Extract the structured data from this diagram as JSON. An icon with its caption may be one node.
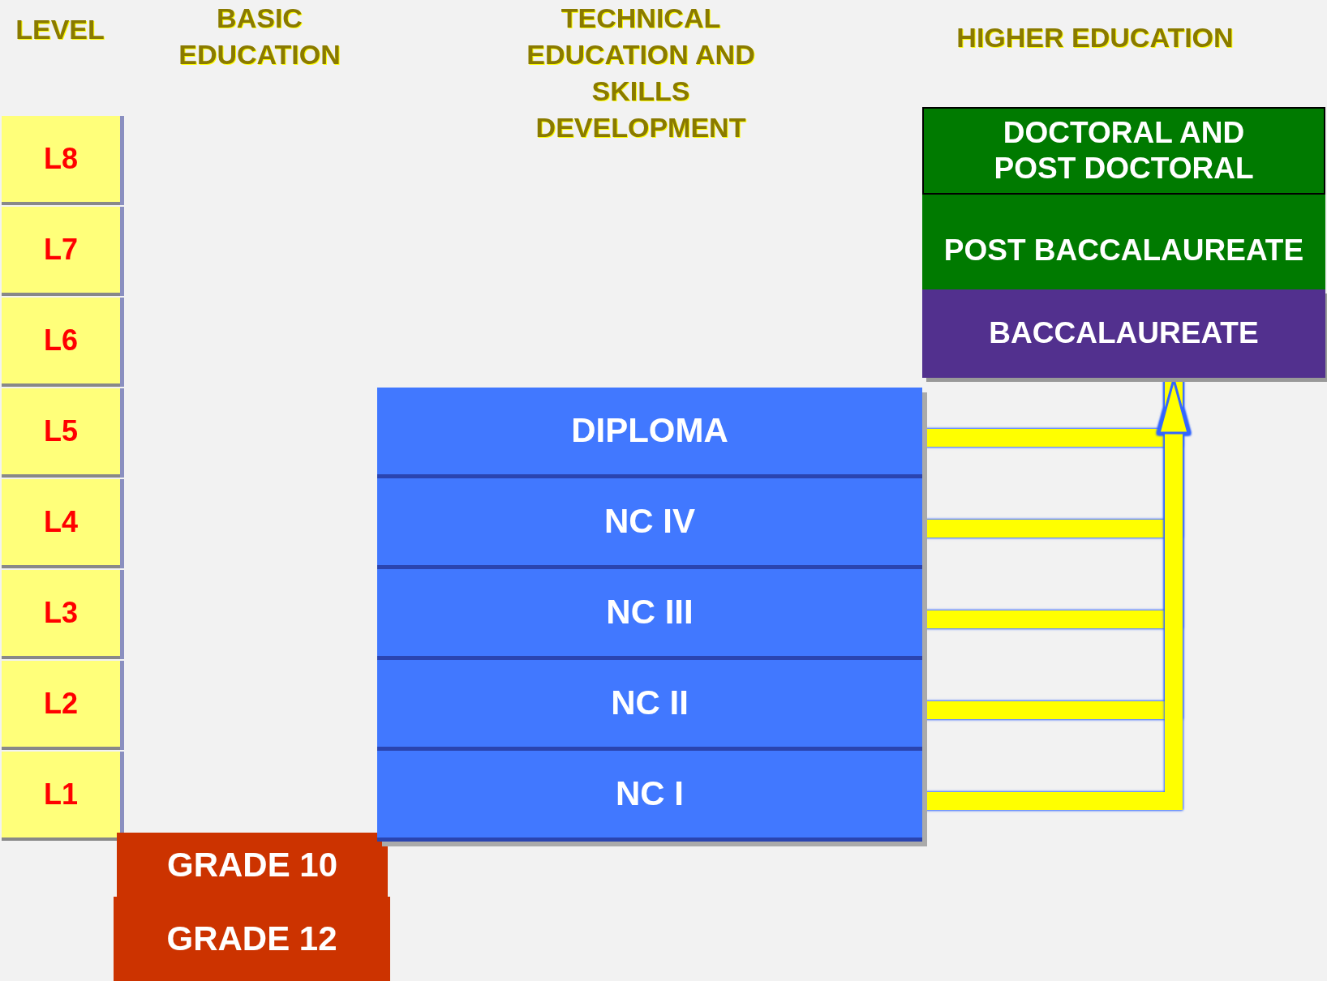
{
  "diagram": {
    "nodes": [
      {
        "text": [
          "L8"
        ]
      },
      {
        "text": [
          "L7"
        ]
      },
      {
        "text": [
          "L6"
        ]
      },
      {
        "text": [
          "L5"
        ]
      },
      {
        "text": [
          "L4"
        ]
      },
      {
        "text": [
          "L3"
        ]
      },
      {
        "text": [
          "L2"
        ]
      },
      {
        "text": [
          "L1"
        ]
      },
      {
        "text": [
          "GRADE 10"
        ]
      },
      {
        "text": [
          "GRADE 12"
        ]
      },
      {
        "text": [
          "DIPLOMA"
        ]
      },
      {
        "text": [
          "NC IV"
        ]
      },
      {
        "text": [
          "NC III"
        ]
      },
      {
        "text": [
          "NC II"
        ]
      },
      {
        "text": [
          "NC I"
        ]
      },
      {
        "text": [
          "DOCTORAL AND POST DOCTORAL"
        ]
      },
      {
        "text": [
          "POST BACCALAUREATE"
        ]
      },
      {
        "text": [
          "BACCALAUREATE"
        ]
      }
    ],
    "edges": [
      {
        "from": 10,
        "to": 17,
        "arrow": "to"
      },
      {
        "from": 11,
        "to": 17,
        "arrow": "to"
      },
      {
        "from": 12,
        "to": 17,
        "arrow": "to"
      },
      {
        "from": 13,
        "to": 17,
        "arrow": "to"
      },
      {
        "from": 14,
        "to": 17,
        "arrow": "to"
      }
    ],
    "labels": [
      "LEVEL",
      "BASIC EDUCATION",
      "TECHNICAL EDUCATION AND SKILLS DEVELOPMENT",
      "HIGHER EDUCATION"
    ]
  }
}
